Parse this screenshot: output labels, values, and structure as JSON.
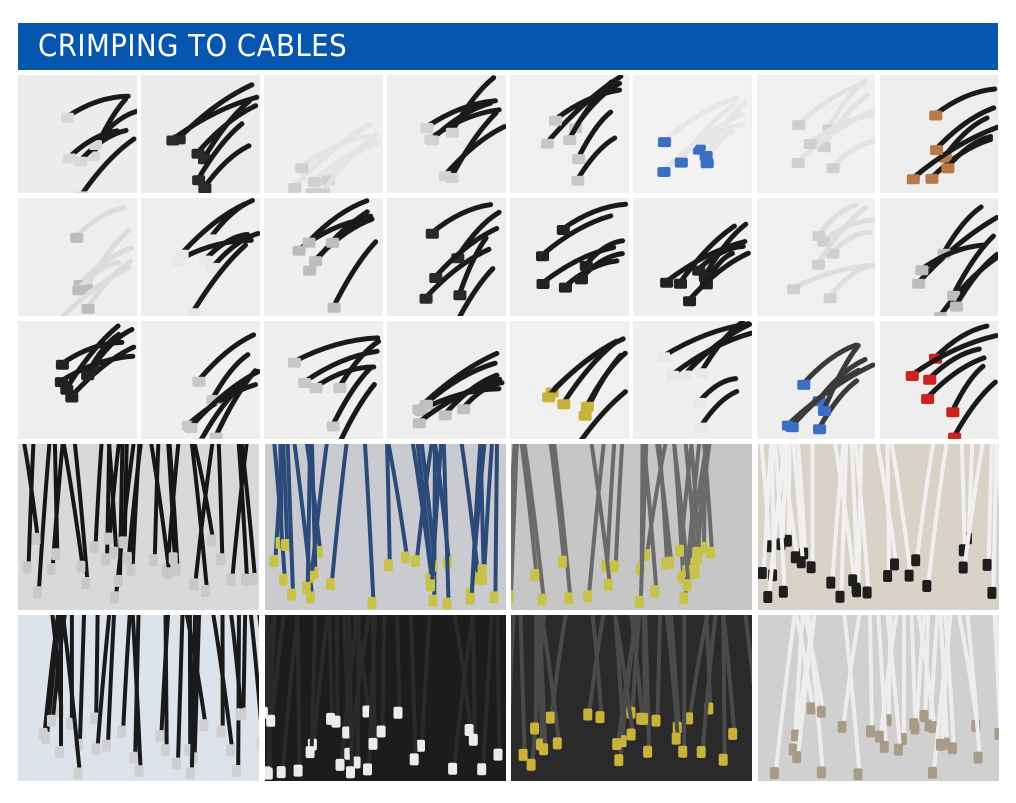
{
  "header": {
    "title": "CRIMPING TO CABLES",
    "background": "#0656b0",
    "text_color": "#ffffff"
  },
  "small_photos": [
    {
      "subject": "euro plug inserts with black cables",
      "bg": "#ececec",
      "cable": "#1a1a1a",
      "part": "#d8d8d8"
    },
    {
      "subject": "black IEC sockets with black cables",
      "bg": "#ebebeb",
      "cable": "#1a1a1a",
      "part": "#2a2a2a"
    },
    {
      "subject": "white plug inserts with white cables",
      "bg": "#efefef",
      "cable": "#e4e4e4",
      "part": "#cfcfcf"
    },
    {
      "subject": "plug inserts with black cables",
      "bg": "#eeeeee",
      "cable": "#1a1a1a",
      "part": "#d2d2d2"
    },
    {
      "subject": "2-pin plug inserts with black cables",
      "bg": "#f0f0f0",
      "cable": "#1a1a1a",
      "part": "#c8c8c8"
    },
    {
      "subject": "stripped white cables with blue wires",
      "bg": "#f2f2f2",
      "cable": "#e6e6e6",
      "part": "#3b6fc4"
    },
    {
      "subject": "white plug inserts with white cables",
      "bg": "#f0f0f0",
      "cable": "#e2e2e2",
      "part": "#cfcfcf"
    },
    {
      "subject": "black cables with crimped copper terminals",
      "bg": "#ededed",
      "cable": "#1a1a1a",
      "part": "#b87a4b"
    },
    {
      "subject": "plug pins with white cables",
      "bg": "#eeeeee",
      "cable": "#dcdcdc",
      "part": "#bdbdbd"
    },
    {
      "subject": "white inserts with black cables",
      "bg": "#eeeeee",
      "cable": "#1a1a1a",
      "part": "#e8e8e8"
    },
    {
      "subject": "crimped terminals with black cables",
      "bg": "#efefef",
      "cable": "#1a1a1a",
      "part": "#bdbdbd"
    },
    {
      "subject": "coiled black cords with DC plugs",
      "bg": "#ededed",
      "cable": "#1a1a1a",
      "part": "#2a2a2a"
    },
    {
      "subject": "black schuko plugs",
      "bg": "#eeeeee",
      "cable": "#1a1a1a",
      "part": "#222222"
    },
    {
      "subject": "black euro plugs with cords",
      "bg": "#efefef",
      "cable": "#1a1a1a",
      "part": "#222222"
    },
    {
      "subject": "white plug inserts with white cables",
      "bg": "#f0f0f0",
      "cable": "#dedede",
      "part": "#cfcfcf"
    },
    {
      "subject": "crimped terminals with black cables",
      "bg": "#ededed",
      "cable": "#1a1a1a",
      "part": "#bdbdbd"
    },
    {
      "subject": "black socket housings with cables",
      "bg": "#eeeeee",
      "cable": "#1a1a1a",
      "part": "#222222"
    },
    {
      "subject": "2-pin plug inserts with black cables",
      "bg": "#efefef",
      "cable": "#1a1a1a",
      "part": "#c8c8c8"
    },
    {
      "subject": "2-pin plug inserts with black cables",
      "bg": "#efefef",
      "cable": "#1a1a1a",
      "part": "#c8c8c8"
    },
    {
      "subject": "pin terminals with black cables",
      "bg": "#eeeeee",
      "cable": "#1a1a1a",
      "part": "#c0c0c0"
    },
    {
      "subject": "stripped black cables with colored wires",
      "bg": "#f0f0f0",
      "cable": "#1a1a1a",
      "part": "#c9b23a"
    },
    {
      "subject": "white inserts with black cables",
      "bg": "#efefef",
      "cable": "#1a1a1a",
      "part": "#e8e8e8"
    },
    {
      "subject": "gray cables with stripped colored wires",
      "bg": "#eeeeee",
      "cable": "#3a3a3a",
      "part": "#3b6fc4"
    },
    {
      "subject": "colored wires with red ferrules",
      "bg": "#eeeeee",
      "cable": "#1a1a1a",
      "part": "#cc2222"
    }
  ],
  "large_photos": [
    {
      "subject": "pile of black plug inserts",
      "bg": "#d9d9d9",
      "cable": "#161616",
      "part": "#c8c8c8"
    },
    {
      "subject": "bundle of colored wires with terminals",
      "bg": "#c9cbd0",
      "cable": "#2b4a7a",
      "part": "#c9c24a"
    },
    {
      "subject": "gray cables with colored wire ends",
      "bg": "#c6c6c6",
      "cable": "#6a6a6a",
      "part": "#c9c24a"
    },
    {
      "subject": "white cables with black plug ends",
      "bg": "#d8d2c8",
      "cable": "#f0f0f0",
      "part": "#1e1e1e"
    },
    {
      "subject": "bundle of black cables with metal terminals",
      "bg": "#dde3ea",
      "cable": "#1a1a1a",
      "part": "#cfcfcf"
    },
    {
      "subject": "white plug inserts on black cables",
      "bg": "#1c1c1c",
      "cable": "#2a2a2a",
      "part": "#ececec"
    },
    {
      "subject": "dense bundle of colored wires",
      "bg": "#2a2a2a",
      "cable": "#4a4a4a",
      "part": "#c9b23a"
    },
    {
      "subject": "white cables with metal plug inserts",
      "bg": "#d0d0d0",
      "cable": "#ededed",
      "part": "#a89c88"
    }
  ]
}
